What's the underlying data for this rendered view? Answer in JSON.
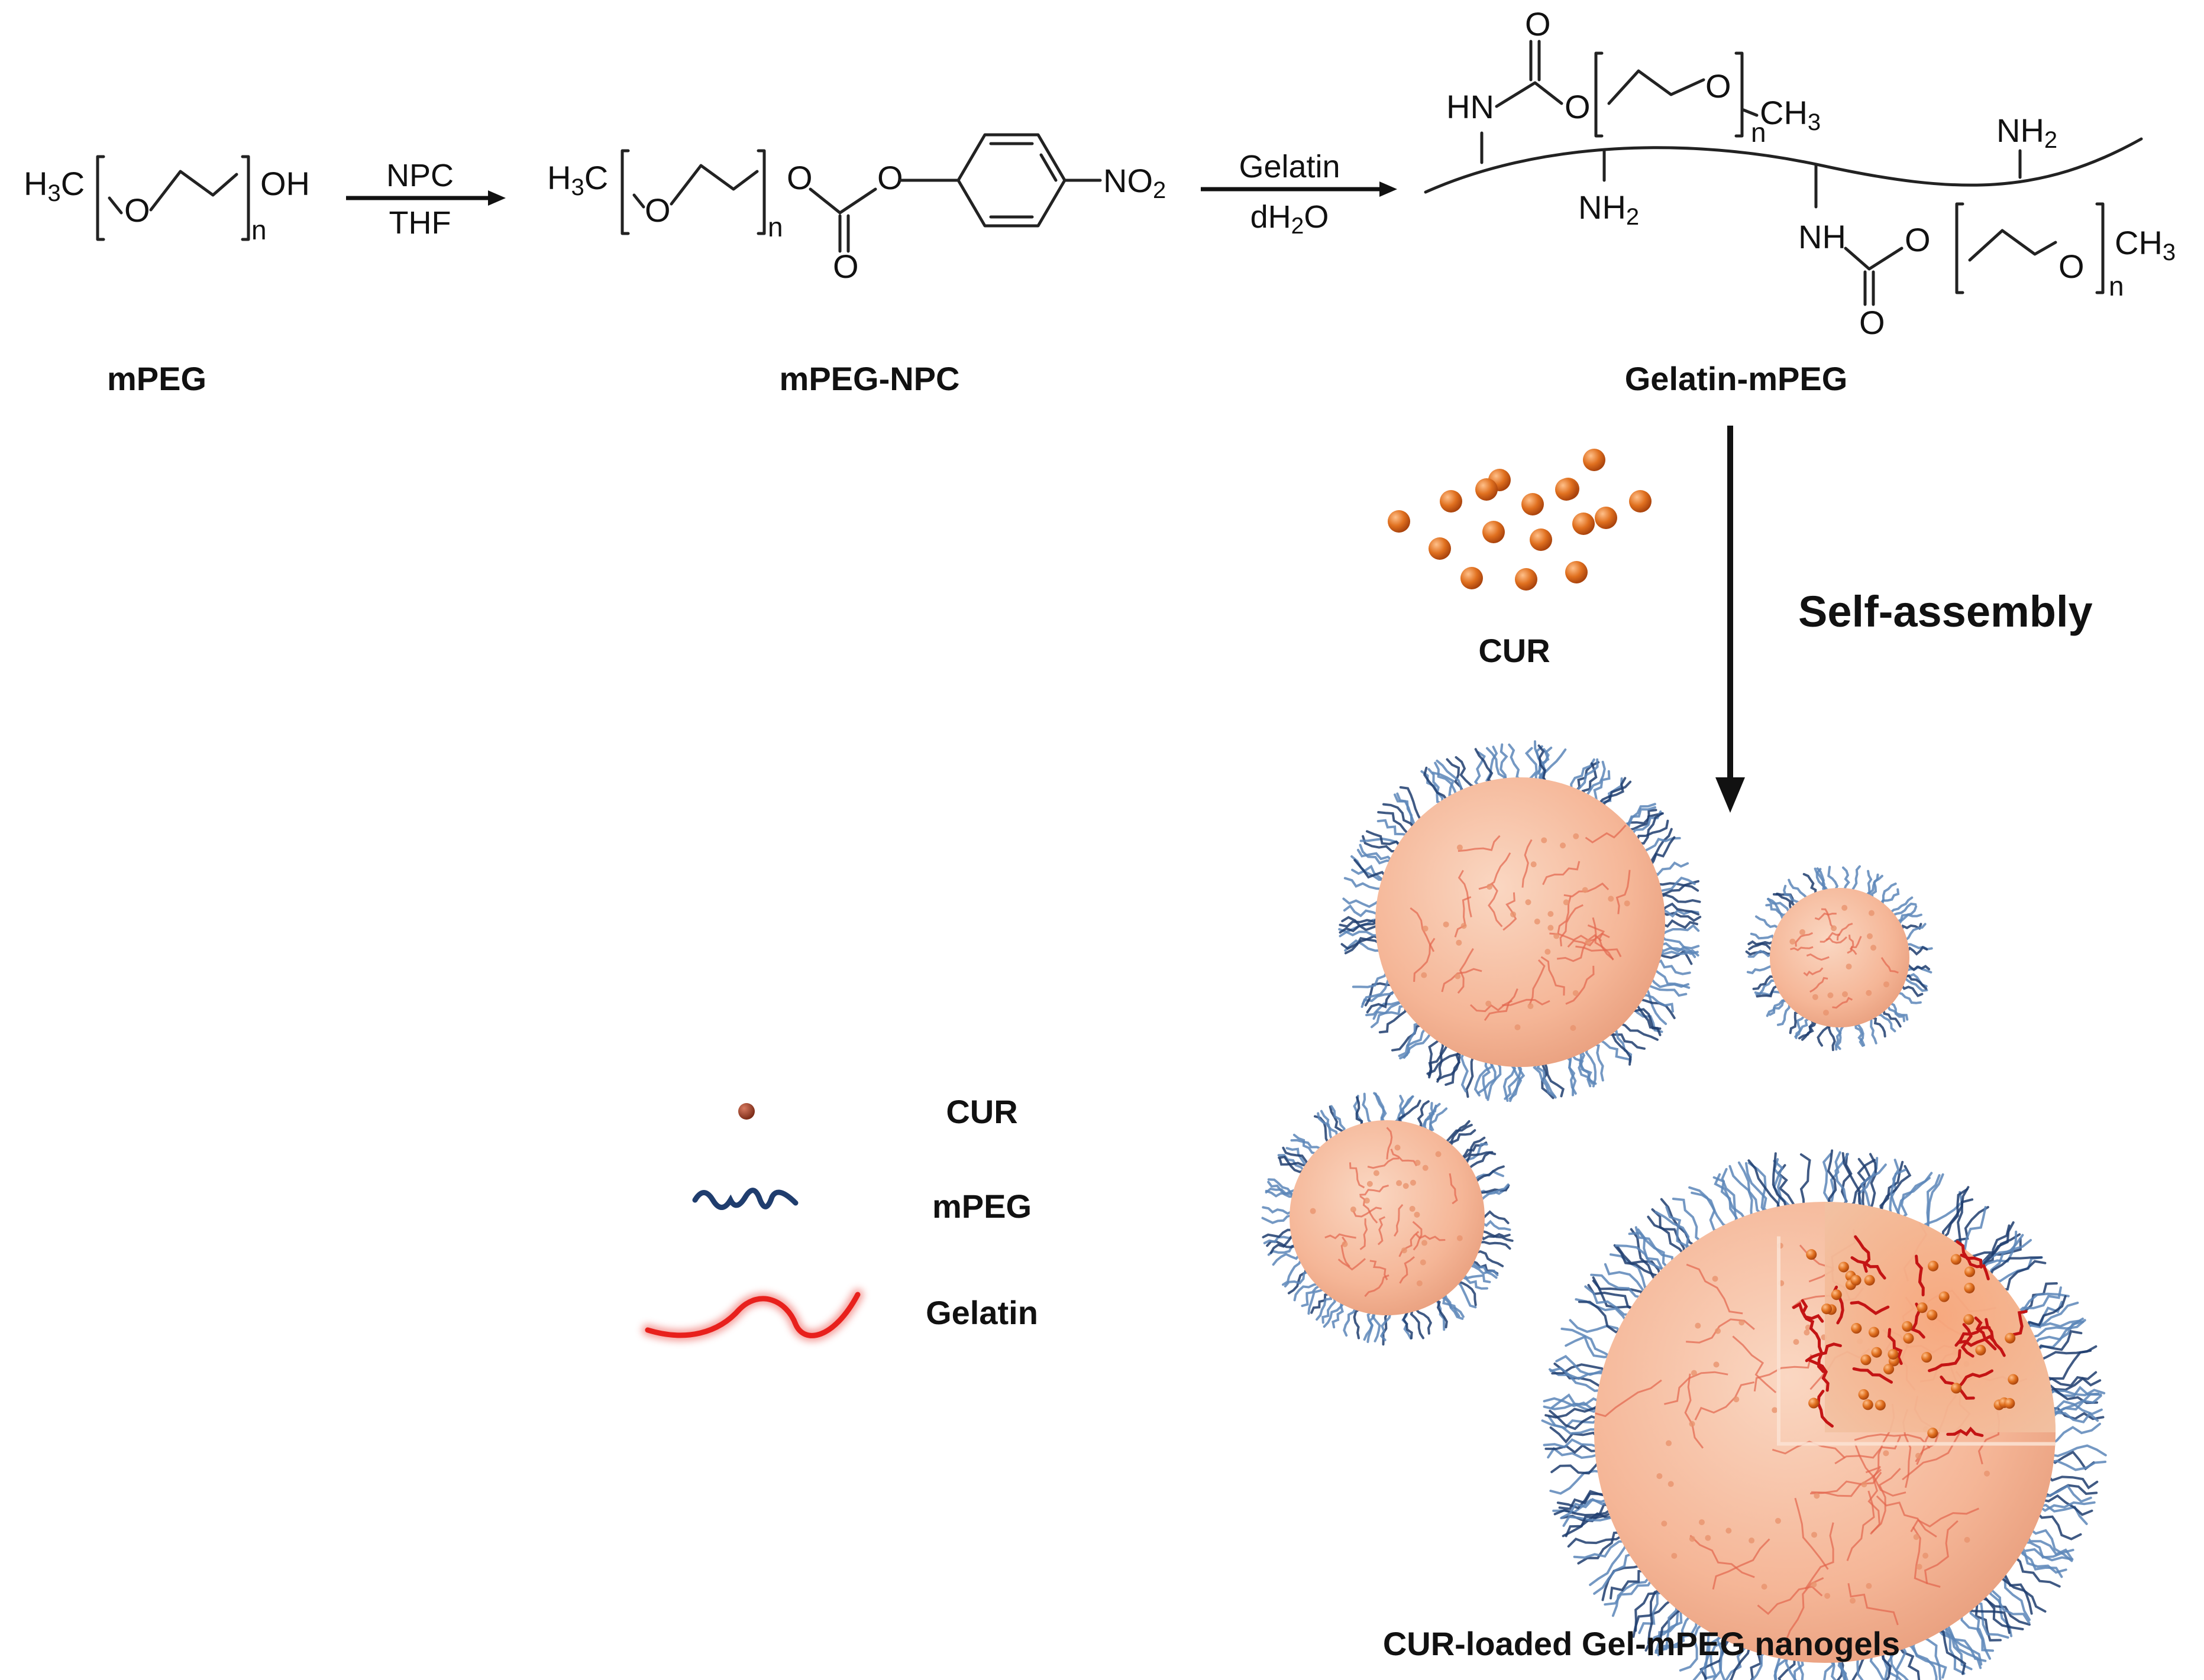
{
  "scheme": {
    "step1": {
      "reactant_formula": {
        "prefix": "H3C",
        "repeat_atom": "O",
        "repeat_n": "n",
        "suffix": "OH"
      },
      "reactant_label": "mPEG",
      "reagent_top": "NPC",
      "reagent_bottom": "THF"
    },
    "step2": {
      "product_formula": {
        "prefix": "H3C",
        "repeat_atom": "O",
        "repeat_n": "n",
        "link_o1": "O",
        "carbonyl_o": "O",
        "link_o2": "O",
        "nitro": "NO2"
      },
      "product_label": "mPEG-NPC",
      "reagent_top": "Gelatin",
      "reagent_bottom": "dH2O"
    },
    "step3": {
      "conjugate_label": "Gelatin-mPEG",
      "top_branch": {
        "nh": "HN",
        "carbonyl_o": "O",
        "link_o": "O",
        "repeat_o": "O",
        "repeat_n": "n",
        "end": "CH3"
      },
      "bottom_branch": {
        "nh": "NH",
        "carbonyl_o": "O",
        "link_o": "O",
        "repeat_o": "O",
        "repeat_n": "n",
        "end": "CH3"
      },
      "amine_labels": [
        "NH2",
        "NH2"
      ]
    }
  },
  "assembly": {
    "drug_cluster_label": "CUR",
    "process_label": "Self-assembly",
    "product_label": "CUR-loaded Gel-mPEG nanogels"
  },
  "legend": {
    "items": [
      {
        "key": "cur",
        "label": "CUR"
      },
      {
        "key": "mpeg",
        "label": "mPEG"
      },
      {
        "key": "gelatin",
        "label": "Gelatin"
      }
    ]
  },
  "colors": {
    "cur_particle": "#e0701f",
    "legend_cur": "#9a3b22",
    "mpeg_chain": "#1f3d6e",
    "peg_corona": "#5c86b8",
    "gelatin": "#e8201c",
    "nanogel_fill": "#f5b697",
    "nanogel_fiber": "#e3654d"
  }
}
